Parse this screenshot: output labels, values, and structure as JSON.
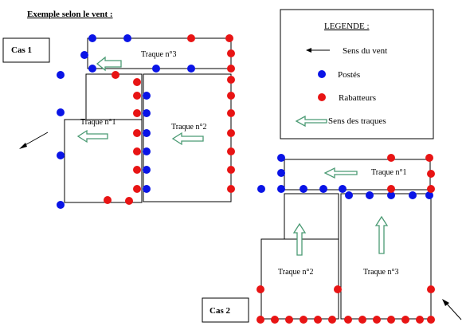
{
  "title": "Exemple selon le vent :",
  "legend": {
    "heading": "LEGENDE :",
    "items": {
      "wind": "Sens du vent",
      "postes": "Postés",
      "rabatteurs": "Rabatteurs",
      "traques": "Sens des traques"
    }
  },
  "case1": {
    "label": "Cas 1",
    "traques": [
      "Traque n°1",
      "Traque n°2",
      "Traque n°3"
    ]
  },
  "case2": {
    "label": "Cas 2",
    "traques": [
      "Traque n°1",
      "Traque n°2",
      "Traque n°3"
    ]
  },
  "colors": {
    "poste": "#0a14e6",
    "rabatteur": "#e81414",
    "traque_arrow_stroke": "#4a9a73",
    "line": "#000000"
  },
  "icons": {
    "wind": "wind-direction-arrow-icon",
    "poste": "blue-dot-icon",
    "rabatteur": "red-dot-icon",
    "traque": "hollow-green-arrow-icon"
  }
}
